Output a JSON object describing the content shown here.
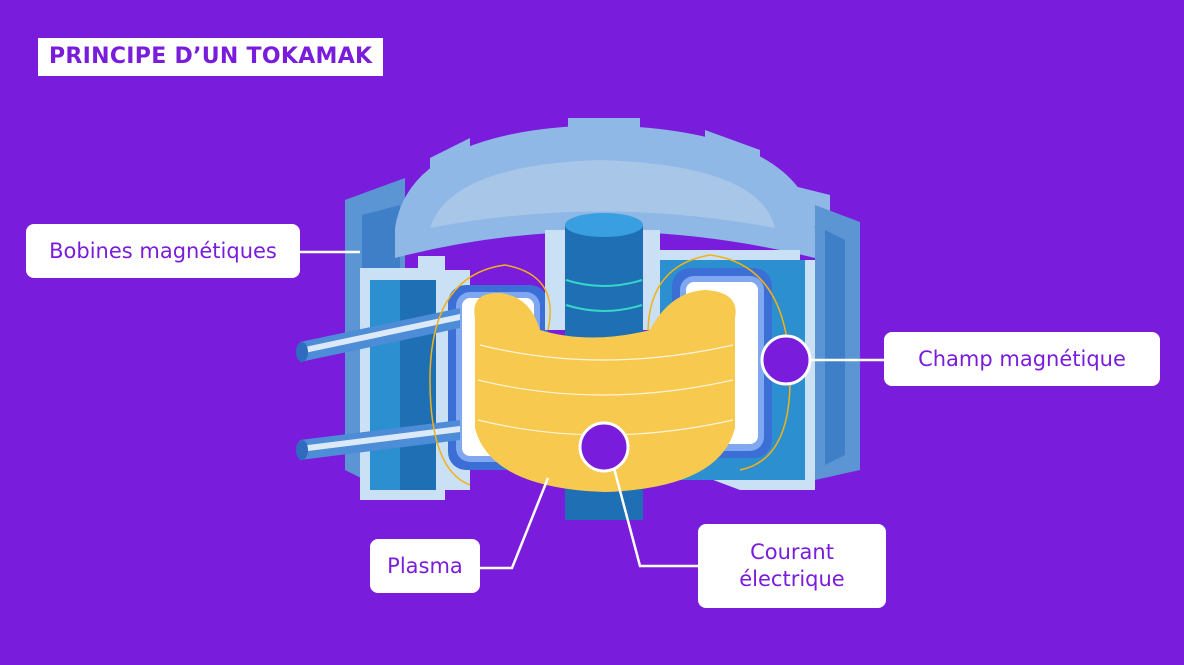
{
  "title": "PRINCIPE D’UN TOKAMAK",
  "labels": {
    "bobines": "Bobines magnétiques",
    "champ": "Champ magnétique",
    "plasma": "Plasma",
    "courant_line1": "Courant",
    "courant_line2": "électrique"
  },
  "colors": {
    "background": "#7a1cdb",
    "plasma": "#f7c94f",
    "vessel": "#2b8fd0",
    "coil": "#8fb8e6",
    "field_line": "#f2b216"
  }
}
